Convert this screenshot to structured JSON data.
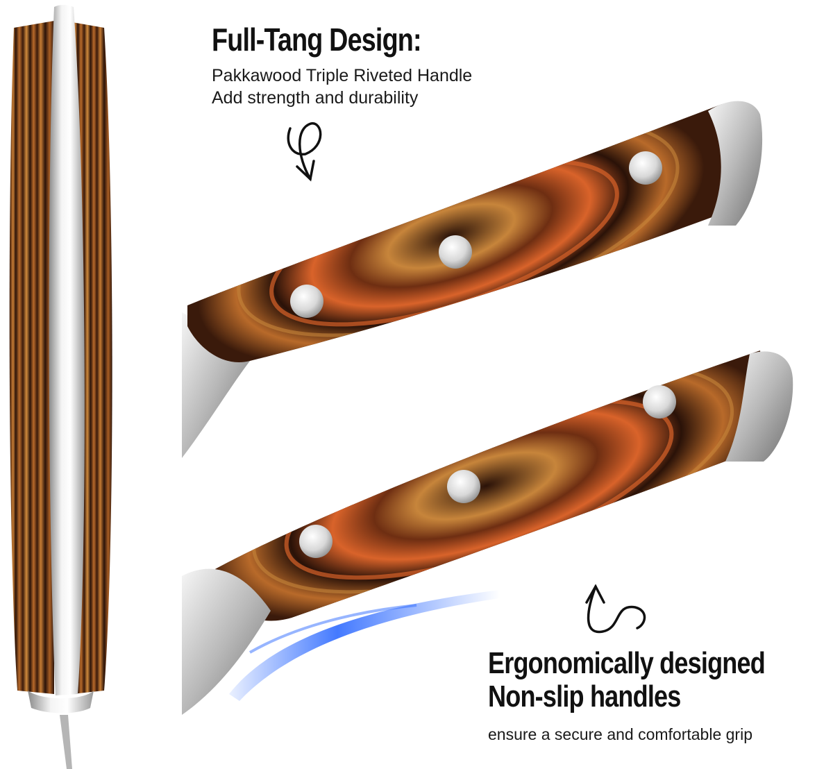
{
  "full_tang": {
    "title": "Full-Tang Design:",
    "lines": [
      "Pakkawood Triple Riveted Handle",
      "Add strength and durability"
    ]
  },
  "ergonomic": {
    "title_lines": [
      "Ergonomically designed",
      "Non-slip handles"
    ],
    "subtitle": "ensure a secure and comfortable grip"
  },
  "colors": {
    "wood_dark": "#2a1208",
    "wood_mid": "#6e2e12",
    "wood_light": "#c7853b",
    "wood_orange": "#d9632a",
    "steel": "#c9c9c9",
    "glow": "#2f6bff"
  },
  "icons": [
    "curly-arrow-down-icon",
    "curly-arrow-up-icon"
  ]
}
